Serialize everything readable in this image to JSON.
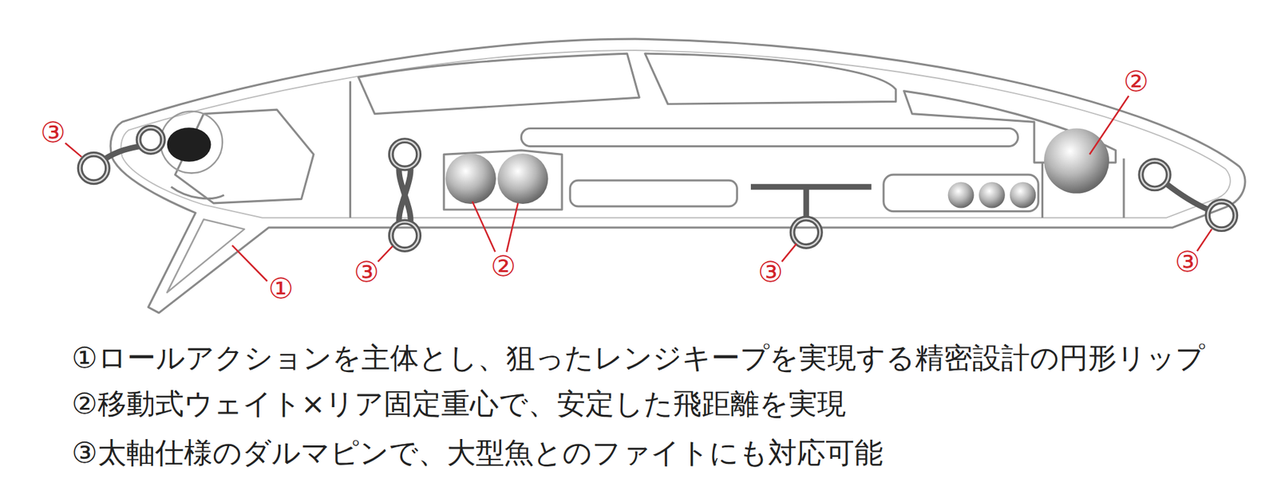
{
  "diagram": {
    "labels": [
      "③",
      "②",
      "③",
      "②",
      "①",
      "③",
      "③",
      "①ロールアクションを主体とし、狙ったレンジキープを実現する精密設計の円形リップ",
      "②移動式ウェイト×リア固定重心で、安定した飛距離を実現",
      "③太軸仕様のダルマピンで、大型魚とのファイトにも対応可能"
    ]
  }
}
